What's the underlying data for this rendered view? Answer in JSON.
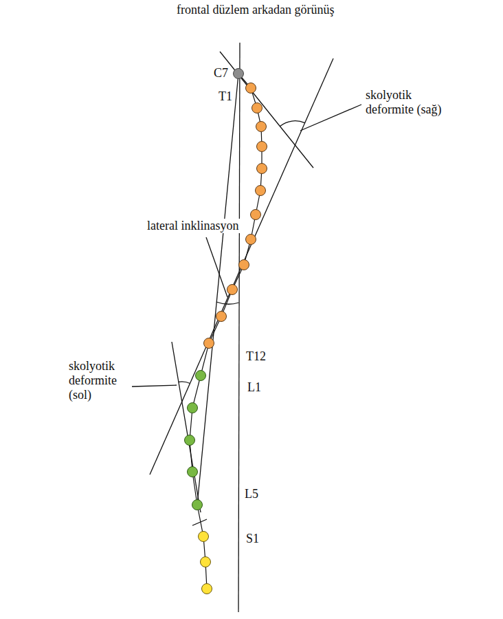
{
  "diagram": {
    "title": "frontal düzlem arkadan görünüş",
    "labels": [
      "C7",
      "T1",
      "skolyotik deformite (sağ)",
      "lateral inklinasyon",
      "T12",
      "L1",
      "skolyotik deformite (sol)",
      "L5",
      "S1"
    ]
  }
}
